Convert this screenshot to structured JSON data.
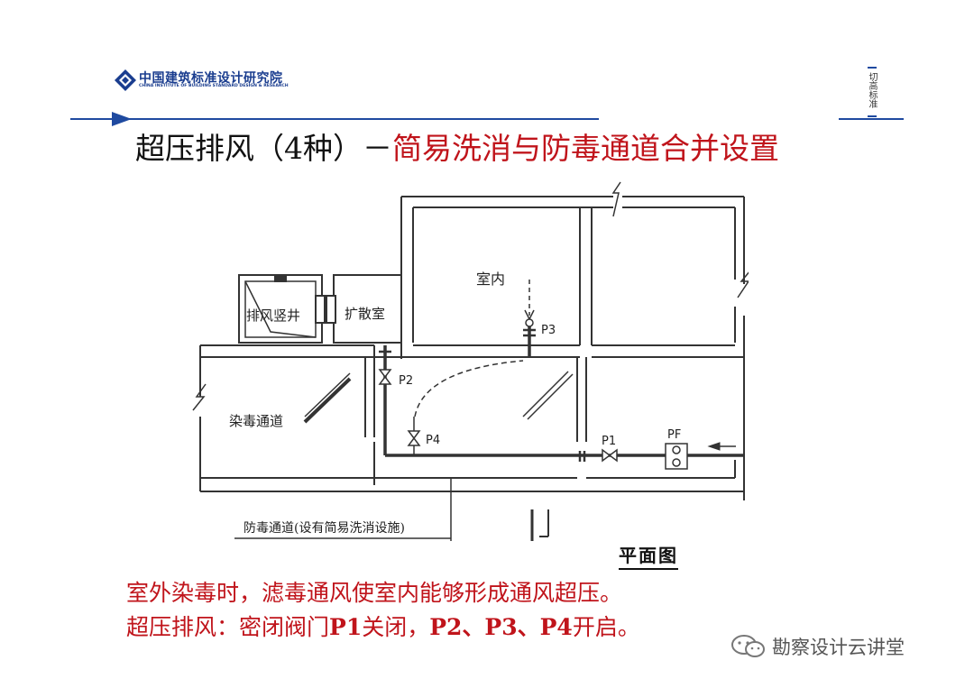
{
  "header": {
    "logo_cn": "中国建筑标准设计研究院",
    "logo_en": "CHINA INSTITUTE OF BUILDING STANDARD DESIGN & RESEARCH",
    "side_tag": "切高标准"
  },
  "title": {
    "black": "超压排风（4种）－",
    "red": "简易洗消与防毒通道合并设置"
  },
  "diagram": {
    "rooms": {
      "indoor": "室内",
      "exhaust_shaft": "排风竖井",
      "expansion_room": "扩散室",
      "contaminated_passage": "染毒通道",
      "gas_proof_passage": "防毒通道(设有简易洗消设施)"
    },
    "valves": {
      "p1": "P1",
      "p2": "P2",
      "p3": "P3",
      "p4": "P4",
      "pf": "PF"
    },
    "plan_label": "平面图"
  },
  "notes": {
    "line1": "室外染毒时，滤毒通风使室内能够形成通风超压。",
    "line2_a": "超压排风：密闭阀门",
    "line2_b": "P1",
    "line2_c": "关闭，",
    "line2_d": "P2、P3、P4",
    "line2_e": "开启。"
  },
  "watermark": {
    "text": "勘察设计云讲堂"
  },
  "colors": {
    "accent_blue": "#1f4aa0",
    "title_red": "#c0141b",
    "drawing_gray": "#333333"
  }
}
